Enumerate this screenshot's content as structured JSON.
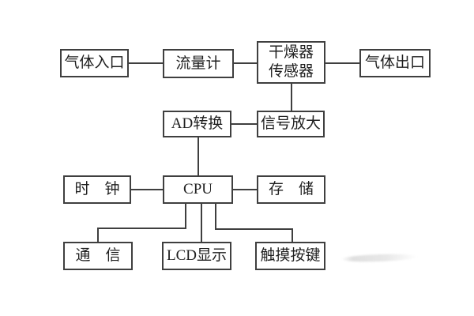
{
  "diagram": {
    "type": "block-diagram",
    "background_color": "#ffffff",
    "line_color": "#3f3f3f",
    "text_color": "#1f1f1f",
    "nodes": {
      "gas_inlet": {
        "label": "气体入口"
      },
      "flow_meter": {
        "label": "流量计"
      },
      "dryer_sensor": {
        "line1": "干燥器",
        "line2": "传感器"
      },
      "gas_outlet": {
        "label": "气体出口"
      },
      "ad_converter": {
        "label": "AD转换"
      },
      "signal_amplifier": {
        "label": "信号放大"
      },
      "clock": {
        "label": "时　钟"
      },
      "cpu": {
        "label": "CPU"
      },
      "storage": {
        "label": "存　储"
      },
      "communication": {
        "label": "通　信"
      },
      "lcd_display": {
        "label": "LCD显示"
      },
      "touch_keys": {
        "label": "触摸按键"
      }
    },
    "connections": [
      "gas_inlet - flow_meter",
      "flow_meter - dryer_sensor",
      "dryer_sensor - gas_outlet",
      "dryer_sensor - signal_amplifier",
      "signal_amplifier - ad_converter",
      "ad_converter - cpu",
      "clock - cpu",
      "cpu - storage",
      "cpu - communication",
      "cpu - lcd_display",
      "cpu - touch_keys"
    ]
  }
}
